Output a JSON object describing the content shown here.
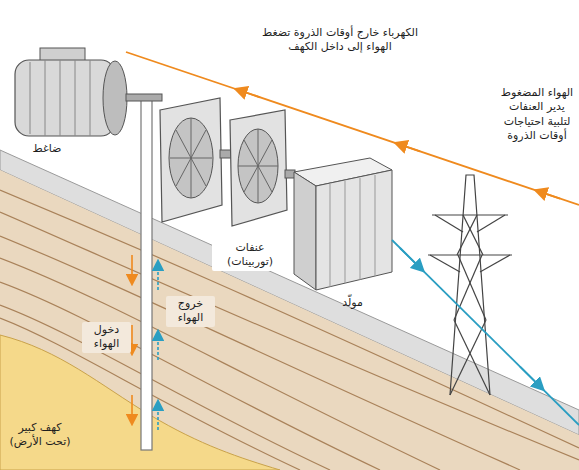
{
  "diagram": {
    "labels": [
      "الكهرباء خارج أوقات الذروة تضغط الهواء إلى داخل الكهف",
      "الهواء المضغوط يدير العنفات لتلبية احتياجات أوقات الذروة",
      "ضاغط",
      "عنفات (توربينات)",
      "مولّد",
      "دخول الهواء",
      "خروج الهواء",
      "كهف كبير (تحت الأرض)"
    ]
  }
}
